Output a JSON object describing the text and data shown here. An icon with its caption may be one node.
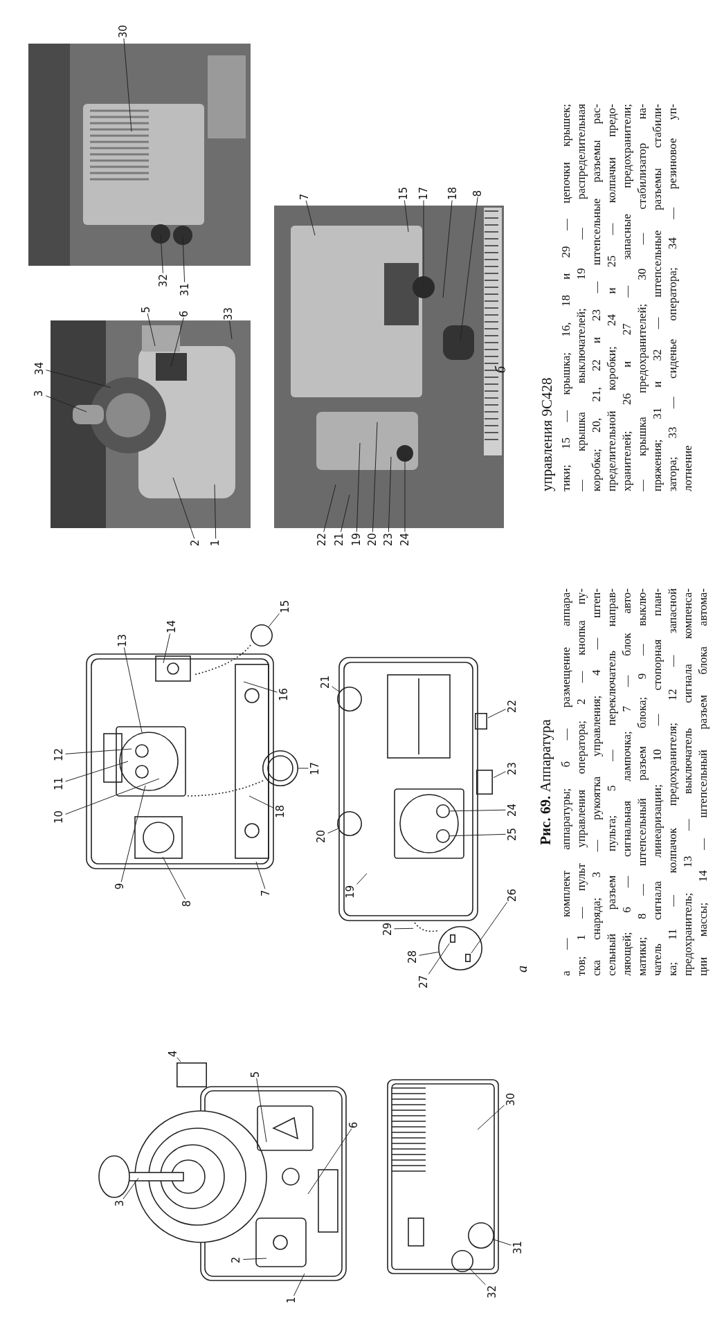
{
  "diagram": {
    "nodes": [
      {
        "text": [
          "30"
        ]
      },
      {
        "text": [
          "32"
        ]
      },
      {
        "text": [
          "31"
        ]
      },
      {
        "text": [
          "34"
        ]
      },
      {
        "text": [
          "3"
        ]
      },
      {
        "text": [
          "5"
        ]
      },
      {
        "text": [
          "6"
        ]
      },
      {
        "text": [
          "33"
        ]
      },
      {
        "text": [
          "2"
        ]
      },
      {
        "text": [
          "1"
        ]
      },
      {
        "text": [
          "7"
        ]
      },
      {
        "text": [
          "15"
        ]
      },
      {
        "text": [
          "17"
        ]
      },
      {
        "text": [
          "18"
        ]
      },
      {
        "text": [
          "8"
        ]
      },
      {
        "text": [
          "22"
        ]
      },
      {
        "text": [
          "21"
        ]
      },
      {
        "text": [
          "19"
        ]
      },
      {
        "text": [
          "20"
        ]
      },
      {
        "text": [
          "23"
        ]
      },
      {
        "text": [
          "24"
        ]
      },
      {
        "text": [
          "1"
        ]
      },
      {
        "text": [
          "2"
        ]
      },
      {
        "text": [
          "3"
        ]
      },
      {
        "text": [
          "4"
        ]
      },
      {
        "text": [
          "5"
        ]
      },
      {
        "text": [
          "6"
        ]
      },
      {
        "text": [
          "7"
        ]
      },
      {
        "text": [
          "8"
        ]
      },
      {
        "text": [
          "9"
        ]
      },
      {
        "text": [
          "10"
        ]
      },
      {
        "text": [
          "11"
        ]
      },
      {
        "text": [
          "12"
        ]
      },
      {
        "text": [
          "13"
        ]
      },
      {
        "text": [
          "14"
        ]
      },
      {
        "text": [
          "15"
        ]
      },
      {
        "text": [
          "16"
        ]
      },
      {
        "text": [
          "17"
        ]
      },
      {
        "text": [
          "18"
        ]
      },
      {
        "text": [
          "19"
        ]
      },
      {
        "text": [
          "20"
        ]
      },
      {
        "text": [
          "21"
        ]
      },
      {
        "text": [
          "22"
        ]
      },
      {
        "text": [
          "23"
        ]
      },
      {
        "text": [
          "24"
        ]
      },
      {
        "text": [
          "25"
        ]
      },
      {
        "text": [
          "26"
        ]
      },
      {
        "text": [
          "27"
        ]
      },
      {
        "text": [
          "28"
        ]
      },
      {
        "text": [
          "29"
        ]
      },
      {
        "text": [
          "30"
        ]
      },
      {
        "text": [
          "31"
        ]
      },
      {
        "text": [
          "32"
        ]
      },
      {
        "text": [],
        "shape": "box"
      },
      {
        "text": [],
        "shape": "circle"
      },
      {
        "text": [],
        "shape": "circle"
      },
      {
        "text": [],
        "shape": "circle"
      },
      {
        "text": [],
        "shape": "circle"
      },
      {
        "text": [],
        "shape": "box"
      },
      {
        "text": [],
        "shape": "box"
      },
      {
        "text": [],
        "shape": "circle"
      },
      {
        "text": [],
        "shape": "circle"
      },
      {
        "text": [],
        "shape": "circle"
      },
      {
        "text": [],
        "shape": "box",
        "in": 62
      },
      {
        "text": [],
        "shape": "box",
        "in": 62
      },
      {
        "text": [],
        "shape": "circle"
      },
      {
        "text": [],
        "shape": "circle"
      },
      {
        "text": [],
        "shape": "chain"
      }
    ],
    "edges": [
      {
        "from": 0,
        "to": null,
        "arrow": "none"
      },
      {
        "from": 1,
        "to": null,
        "arrow": "none"
      },
      {
        "from": 2,
        "to": null,
        "arrow": "none"
      },
      {
        "from": 3,
        "to": null,
        "arrow": "none"
      },
      {
        "from": 4,
        "to": null,
        "arrow": "none"
      },
      {
        "from": 5,
        "to": null,
        "arrow": "none"
      },
      {
        "from": 6,
        "to": null,
        "arrow": "none"
      },
      {
        "from": 7,
        "to": null,
        "arrow": "none"
      },
      {
        "from": 8,
        "to": null,
        "arrow": "none"
      },
      {
        "from": 9,
        "to": null,
        "arrow": "none"
      },
      {
        "from": 10,
        "to": null,
        "arrow": "none"
      },
      {
        "from": 11,
        "to": null,
        "arrow": "none"
      },
      {
        "from": 12,
        "to": null,
        "arrow": "none"
      },
      {
        "from": 13,
        "to": null,
        "arrow": "none"
      },
      {
        "from": 14,
        "to": null,
        "arrow": "none"
      },
      {
        "from": 15,
        "to": null,
        "arrow": "none"
      },
      {
        "from": 16,
        "to": null,
        "arrow": "none"
      },
      {
        "from": 17,
        "to": null,
        "arrow": "none"
      },
      {
        "from": 18,
        "to": null,
        "arrow": "none"
      },
      {
        "from": 19,
        "to": null,
        "arrow": "none"
      },
      {
        "from": 20,
        "to": null,
        "arrow": "none"
      },
      {
        "from": 21,
        "to": null,
        "arrow": "none"
      },
      {
        "from": 22,
        "to": null,
        "arrow": "none"
      },
      {
        "from": 23,
        "to": null,
        "arrow": "none"
      },
      {
        "from": 24,
        "to": 53,
        "arrow": "none"
      },
      {
        "from": 25,
        "to": null,
        "arrow": "none"
      },
      {
        "from": 26,
        "to": null,
        "arrow": "none"
      },
      {
        "from": 27,
        "to": null,
        "arrow": "none"
      },
      {
        "from": 28,
        "to": null,
        "arrow": "none"
      },
      {
        "from": 29,
        "to": null,
        "arrow": "none"
      },
      {
        "from": 30,
        "to": null,
        "arrow": "none"
      },
      {
        "from": 31,
        "to": null,
        "arrow": "none"
      },
      {
        "from": 32,
        "to": null,
        "arrow": "none"
      },
      {
        "from": 33,
        "to": null,
        "arrow": "none"
      },
      {
        "from": 34,
        "to": null,
        "arrow": "none"
      },
      {
        "from": 35,
        "to": 54,
        "arrow": "none"
      },
      {
        "from": 36,
        "to": null,
        "arrow": "none"
      },
      {
        "from": 37,
        "to": 55,
        "arrow": "none"
      },
      {
        "from": 38,
        "to": null,
        "arrow": "none"
      },
      {
        "from": 39,
        "to": null,
        "arrow": "none"
      },
      {
        "from": 40,
        "to": 57,
        "arrow": "none"
      },
      {
        "from": 41,
        "to": 56,
        "arrow": "none"
      },
      {
        "from": 42,
        "to": 58,
        "arrow": "none"
      },
      {
        "from": 43,
        "to": 59,
        "arrow": "none"
      },
      {
        "from": 44,
        "to": 60,
        "arrow": "none"
      },
      {
        "from": 45,
        "to": 61,
        "arrow": "none"
      },
      {
        "from": 46,
        "to": 64,
        "arrow": "none"
      },
      {
        "from": 47,
        "to": 63,
        "arrow": "none"
      },
      {
        "from": 48,
        "to": 62,
        "arrow": "none"
      },
      {
        "from": 49,
        "to": 67,
        "arrow": "none"
      },
      {
        "from": 50,
        "to": null,
        "arrow": "none"
      },
      {
        "from": 51,
        "to": 65,
        "arrow": "none"
      },
      {
        "from": 52,
        "to": 66,
        "arrow": "none"
      }
    ],
    "labels": [
      "б",
      "управления 9С428",
      "тики; 15 — крышка; 16, 18 и 29 — цепочки крышек;",
      "— крышка выключателей; 19 — распределительная",
      "коробка; 20, 21, 22 и 23 — штепсельные разъемы рас-",
      "пределительной коробки; 24 и 25 — колпачки предо-",
      "хранителей; 26 и 27 — запасные предохранители;",
      "— крышка предохранителей; 30 — стабилизатор на-",
      "пряжения; 31 и 32 — штепсельные разъемы стабили-",
      "затора; 33 — сиденье оператора; 34 — резиновое уп-",
      "лотнение",
      "а",
      "**Рис. 69.** Аппаратура",
      "а — комплект аппаратуры; б — размещение аппара-",
      "тов; 1 — пульт управления оператора; 2 — кнопка пу-",
      "ска снаряда; 3 — рукоятка управления; 4 — штеп-",
      "сельный разъем пульта; 5 — переключатель направ-",
      "ляющей; 6 — сигнальная лампочка; 7 — блок авто-",
      "матики; 8 — штепсельный разъем блока; 9 — выклю-",
      "чатель сигнала линеаризации; 10 — стопорная план-",
      "ка; 11 — колпачок предохранителя; 12 — запасной",
      "предохранитель; 13 — выключатель сигнала компенса-",
      "ции массы; 14 — штепсельный разъем блока автома-"
    ]
  }
}
